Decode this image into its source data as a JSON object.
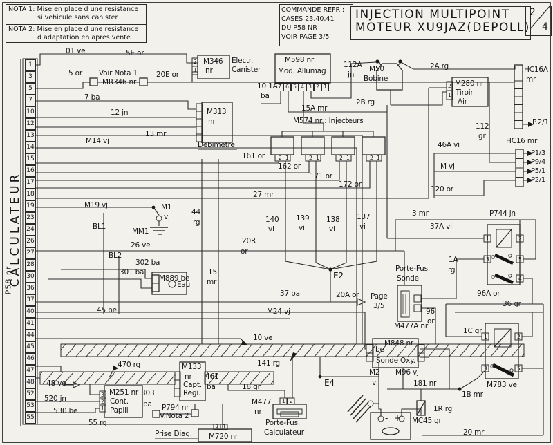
{
  "header": {
    "nota1_label": "NOTA 1",
    "nota1_text1": ": Mise en place d une resistance",
    "nota1_text2": "si vehicule sans canister",
    "nota2_label": "NOTA 2",
    "nota2_text1": ": Mise en place d une resistance",
    "nota2_text2": "d adaptation en apres vente",
    "cmd1": "COMMANDE REFRI:",
    "cmd2": "CASES 23,40,41",
    "cmd3": "DU P58 NR",
    "cmd4": "VOIR PAGE 3/5",
    "title1": "INJECTION MULTIPOINT",
    "title2": "MOTEUR XU9JAZ(DEPOLL)",
    "page_num": "2",
    "page_den": "4"
  },
  "calculateur": {
    "label": "CALCULATEUR",
    "ref": "P58 nr",
    "pins": [
      "1",
      "3",
      "5",
      "7",
      "10",
      "12",
      "13",
      "14",
      "15",
      "16",
      "17",
      "18",
      "19",
      "23",
      "24",
      "26",
      "27",
      "28",
      "30",
      "36",
      "37",
      "40",
      "41",
      "44",
      "45",
      "46",
      "47",
      "48",
      "52",
      "53",
      "55"
    ]
  },
  "m598_pins": [
    "7",
    "6",
    "5",
    "4",
    "3",
    "2",
    "1"
  ],
  "hc16_outputs": [
    "P1/3",
    "P9/4",
    "P5/1",
    "P2/1"
  ],
  "pins": {
    "n1": "1",
    "n2": "2",
    "n3": "3",
    "n4": "4",
    "n5": "5"
  },
  "labels": {
    "l01ve": "01 ve",
    "l5e": "5E or",
    "l5or": "5 or",
    "lvoir": "Voir Nota 1",
    "lmr346": "MR346 nr",
    "l20e": "20E or",
    "l7ba": "7 ba",
    "l12jn": "12 jn",
    "l13mr": "13 mr",
    "lm14": "M14 vj",
    "l161": "161 or",
    "l162": "162 or",
    "l171": "171 or",
    "l172": "172 or",
    "l27mr": "27 mr",
    "l20r": "20R",
    "l20rb": "or",
    "l140": "140",
    "l140b": "vi",
    "l139": "139",
    "l139b": "vi",
    "l138": "138",
    "l138b": "vi",
    "l137": "137",
    "l137b": "vi",
    "lm19": "M19 vj",
    "lm1": "M1",
    "lm1b": "vj",
    "lmm1": "MM1",
    "lbl1": "BL1",
    "lbl2": "BL2",
    "l26ve": "26 ve",
    "l302": "302 ba",
    "l301": "301 ba",
    "l44": "44",
    "l44b": "rg",
    "l15": "15",
    "l15b": "mr",
    "l45be": "45 be",
    "l37ba": "37 ba",
    "lm24": "M24 vj",
    "l20a": "20A or",
    "lpg": "Page",
    "lpgb": "3/5",
    "le2": "E2",
    "le4": "E4",
    "l10ve": "10 ve",
    "l141": "141 rg",
    "l470": "470 rg",
    "l48ve": "48 ve",
    "l520": "520 jn",
    "l530": "530 be",
    "l55rg": "55 rg",
    "l303": "303",
    "l303b": "ba",
    "l461": "461",
    "l461b": "ba",
    "l18gr": "18 gr",
    "lprise": "Prise Diag.",
    "l15a": "15A mr",
    "lm574": "M574 nr : Injecteurs",
    "l101": "10 1A",
    "l101b": "ba",
    "l112a": "112A",
    "l112ab": "jn",
    "lm50": "M50",
    "lm50b": "Bobine",
    "l2a": "2A rg",
    "l2b": "2B rg",
    "l112": "112",
    "l112b": "gr",
    "l46a": "46A vi",
    "lhc16": "HC16 mr",
    "lmvj": "M vj",
    "l120": "120 or",
    "l3mr": "3 mr",
    "l37a": "37A vi",
    "lp744": "P744 jn",
    "l1a": "1A",
    "l1ab": "rg",
    "l96a": "96A or",
    "l36gr": "36 gr",
    "lpfs1": "Porte-Fus.",
    "lpfs2": "Sonde",
    "lm477a": "M477A nr",
    "l96": "96",
    "l96b": "or",
    "lm848": "M848 nr",
    "lm848b": "be",
    "lm848c": "Sonde Oxy.",
    "lm2": "M2",
    "lm2b": "vj",
    "lm96": "M96 vj",
    "l181": "181 nr",
    "l1c": "1C gr",
    "lm783": "M783 ve",
    "l1b": "1B mr",
    "l1r": "1R rg",
    "lmc45": "MC45 gr",
    "l20mr": "20 mr",
    "lhc16a": "HC16A",
    "lhc16ab": "mr",
    "lp21": "P.2/1",
    "lm280": "M280 nr",
    "lm280b": "Tiroir",
    "lm280c": "Air",
    "lm346": "M346",
    "lm346b": "nr",
    "lele": "Electr.",
    "lcan": "Canister",
    "lm598": "M598 nr",
    "lm598b": "Mod. Allumag",
    "lm313": "M313",
    "lm313b": "nr",
    "ldeb": "Debimetre",
    "lm889": "M889 be",
    "leau": "Eau",
    "lm251": "M251 nr",
    "lm251b": "Cont.",
    "lm251c": "Papill",
    "lm133": "M133",
    "lm133b": "nr",
    "lm133c": "Capt.",
    "lm133d": "Regi.",
    "lp794": "P794 nr",
    "lp794b": "V.Nota 2",
    "lm720": "M720 nr",
    "lm477": "M477",
    "lm477b": "nr",
    "lm477c": "Porte-Fus.",
    "lm477d": "Calculateur",
    "lbatm": "-",
    "lbatp": "+"
  }
}
